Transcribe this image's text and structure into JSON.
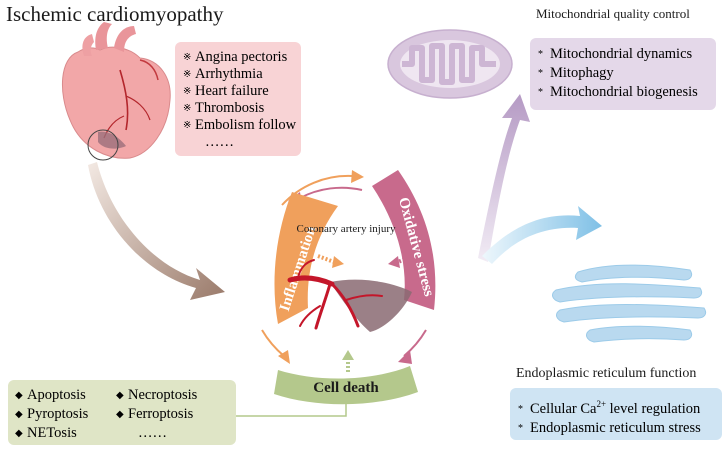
{
  "title": "Ischemic cardiomyopathy",
  "symptoms": {
    "marker": "※",
    "items": [
      "Angina pectoris",
      "Arrhythmia",
      "Heart failure",
      "Thrombosis",
      "Embolism follow"
    ],
    "more": "……"
  },
  "cycle": {
    "inflammation": "Inflammation",
    "oxidative_stress": "Oxidative stress",
    "cell_death": "Cell death",
    "center": "Coronary artery injury"
  },
  "mitochondria": {
    "title": "Mitochondrial quality control",
    "marker": "*",
    "items": [
      "Mitochondrial dynamics",
      "Mitophagy",
      "Mitochondrial biogenesis"
    ]
  },
  "er": {
    "title": "Endoplasmic reticulum function",
    "marker": "*",
    "item1_prefix": "Cellular Ca",
    "item1_sup": "2+",
    "item1_suffix": " level regulation",
    "item2": "Endoplasmic reticulum stress"
  },
  "cell_death_types": {
    "marker": "◆",
    "col1": [
      "Apoptosis",
      "Pyroptosis",
      "NETosis"
    ],
    "col2": [
      "Necroptosis",
      "Ferroptosis"
    ],
    "more": "……"
  },
  "colors": {
    "inflammation": "#f0a05c",
    "oxidative": "#c86a8c",
    "cell_death": "#b4c88c",
    "heart": "#f2a3a3",
    "mitochondria": "#d9c7de",
    "er": "#b9d9ef",
    "brown_arrow": "#9a7a6a",
    "purple_arrow": "#b59ac4",
    "blue_arrow": "#8cc6e8"
  }
}
